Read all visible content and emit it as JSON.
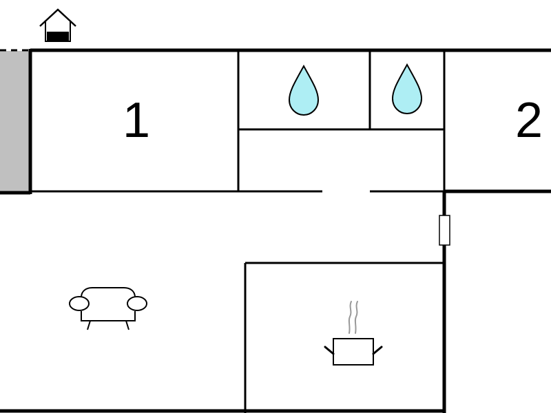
{
  "floorplan": {
    "rooms": [
      {
        "id": "bedroom-1",
        "label": "1"
      },
      {
        "id": "bedroom-2",
        "label": "2"
      },
      {
        "id": "bathroom-a",
        "icon": "water-drop-icon"
      },
      {
        "id": "bathroom-b",
        "icon": "water-drop-icon"
      },
      {
        "id": "hallway"
      },
      {
        "id": "living-room",
        "icon": "sofa-icon"
      },
      {
        "id": "kitchen",
        "icon": "cooking-pot-icon"
      }
    ],
    "entrance_icon": "house-entrance-icon",
    "colors": {
      "wall": "#000000",
      "water": "#aeeef4",
      "steam": "#999999",
      "terrace": "#c0c0c0",
      "background": "#ffffff"
    }
  }
}
